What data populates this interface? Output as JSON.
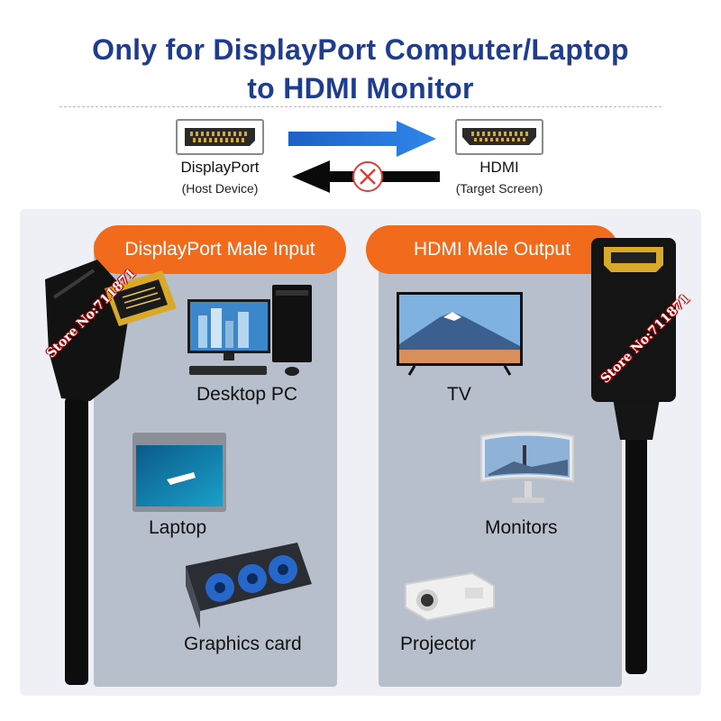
{
  "header": {
    "title_line1": "Only for DisplayPort Computer/Laptop",
    "title_line2": "to HDMI Monitor"
  },
  "diagram": {
    "source": {
      "name": "DisplayPort",
      "role": "(Host Device)"
    },
    "target": {
      "name": "HDMI",
      "role": "(Target Screen)"
    },
    "forward_arrow_color": "#1f6fd6",
    "reverse_arrow_color": "#000000",
    "blocked_icon": "x-circle-icon"
  },
  "input_panel": {
    "heading": "DisplayPort Male Input",
    "devices": [
      "Desktop PC",
      "Laptop",
      "Graphics card"
    ]
  },
  "output_panel": {
    "heading": "HDMI Male Output",
    "devices": [
      "TV",
      "Monitors",
      "Projector"
    ]
  },
  "watermark": "Store No:711871",
  "colors": {
    "title": "#1e3d8f",
    "pill": "#f26b1d",
    "panel": "#b8bfcc"
  }
}
